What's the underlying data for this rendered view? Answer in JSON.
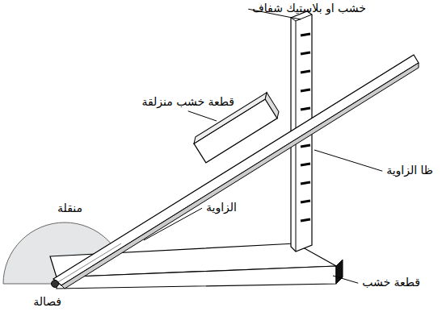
{
  "diagram": {
    "labels": [
      "خشب او بلاستيك شفاف",
      "قطعة خشب منزلقة",
      "ظا الزاوية",
      "منقلة",
      "الزاوية",
      "فصالة",
      "قطعة خشب"
    ]
  }
}
